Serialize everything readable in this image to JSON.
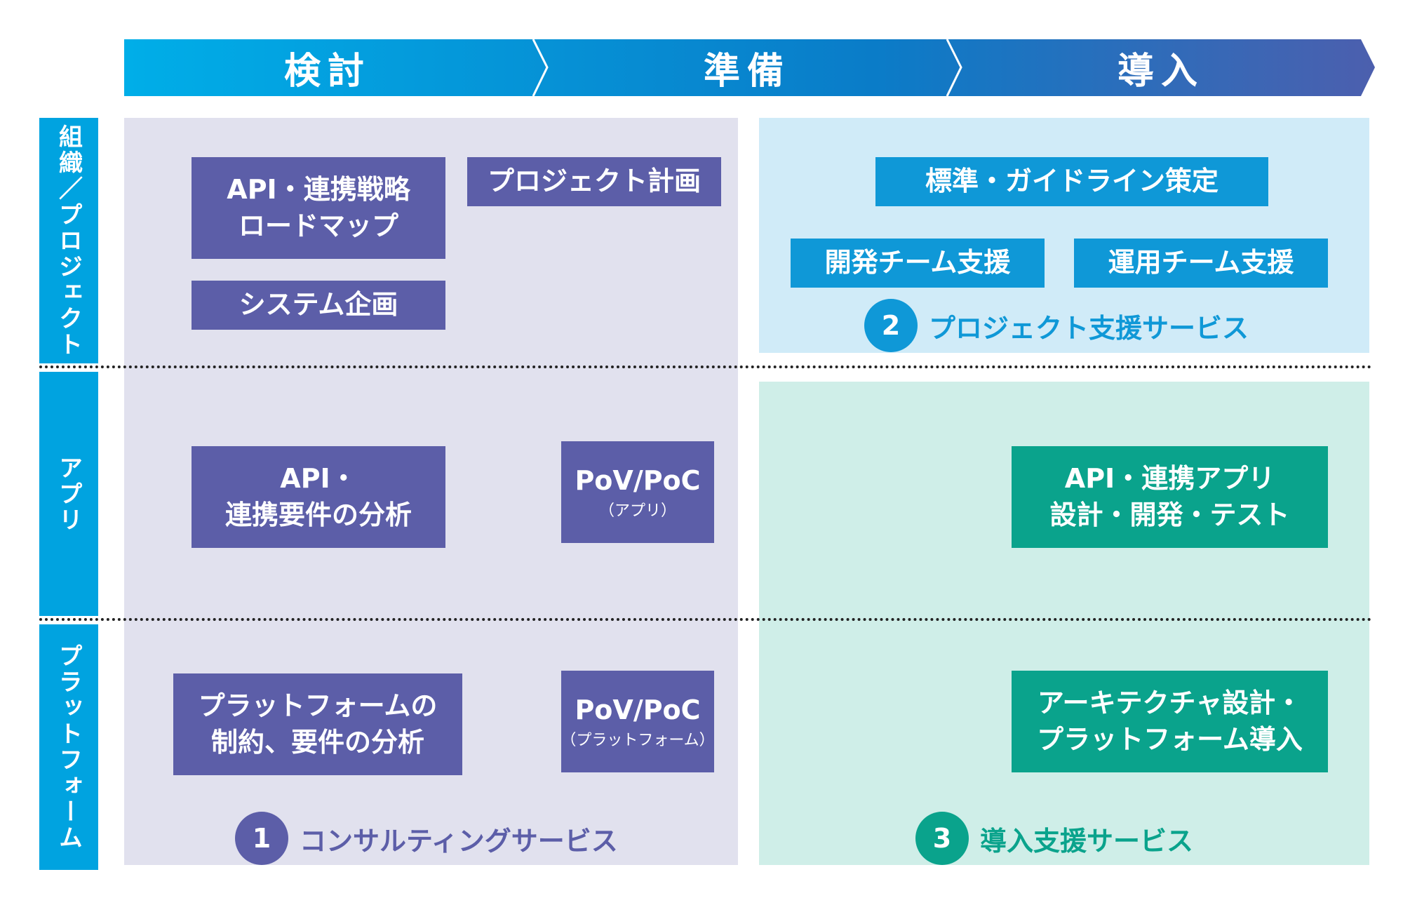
{
  "phases": [
    "検討",
    "準備",
    "導入"
  ],
  "rows": [
    "組織／プロジェクト",
    "アプリ",
    "プラットフォーム"
  ],
  "boxes": {
    "api_strategy": [
      "API・連携戦略",
      "ロードマップ"
    ],
    "project_plan": "プロジェクト計画",
    "system_planning": "システム企画",
    "guideline": "標準・ガイドライン策定",
    "dev_team_support": "開発チーム支援",
    "ops_team_support": "運用チーム支援",
    "api_requirements": [
      "API・",
      "連携要件の分析"
    ],
    "pov_app": {
      "title": "PoV/PoC",
      "sub": "（アプリ）"
    },
    "api_app_build": [
      "API・連携アプリ",
      "設計・開発・テスト"
    ],
    "platform_requirements": [
      "プラットフォームの",
      "制約、要件の分析"
    ],
    "pov_platform": {
      "title": "PoV/PoC",
      "sub": "（プラットフォーム）"
    },
    "platform_introduction": [
      "アーキテクチャ設計・",
      "プラットフォーム導入"
    ]
  },
  "services": [
    {
      "number": "1",
      "label": "コンサルティングサービス"
    },
    {
      "number": "2",
      "label": "プロジェクト支援サービス"
    },
    {
      "number": "3",
      "label": "導入支援サービス"
    }
  ],
  "colors": {
    "arrow_start": "#00aee8",
    "arrow_end": "#4c5fae",
    "row_label": "#00a3e0",
    "consulting_bg": "#e1e1ee",
    "project_bg": "#d0ebf8",
    "introduction_bg": "#cfeee8",
    "purple": "#5c5ea8",
    "blue": "#0f98d7",
    "teal": "#0aa38c"
  }
}
